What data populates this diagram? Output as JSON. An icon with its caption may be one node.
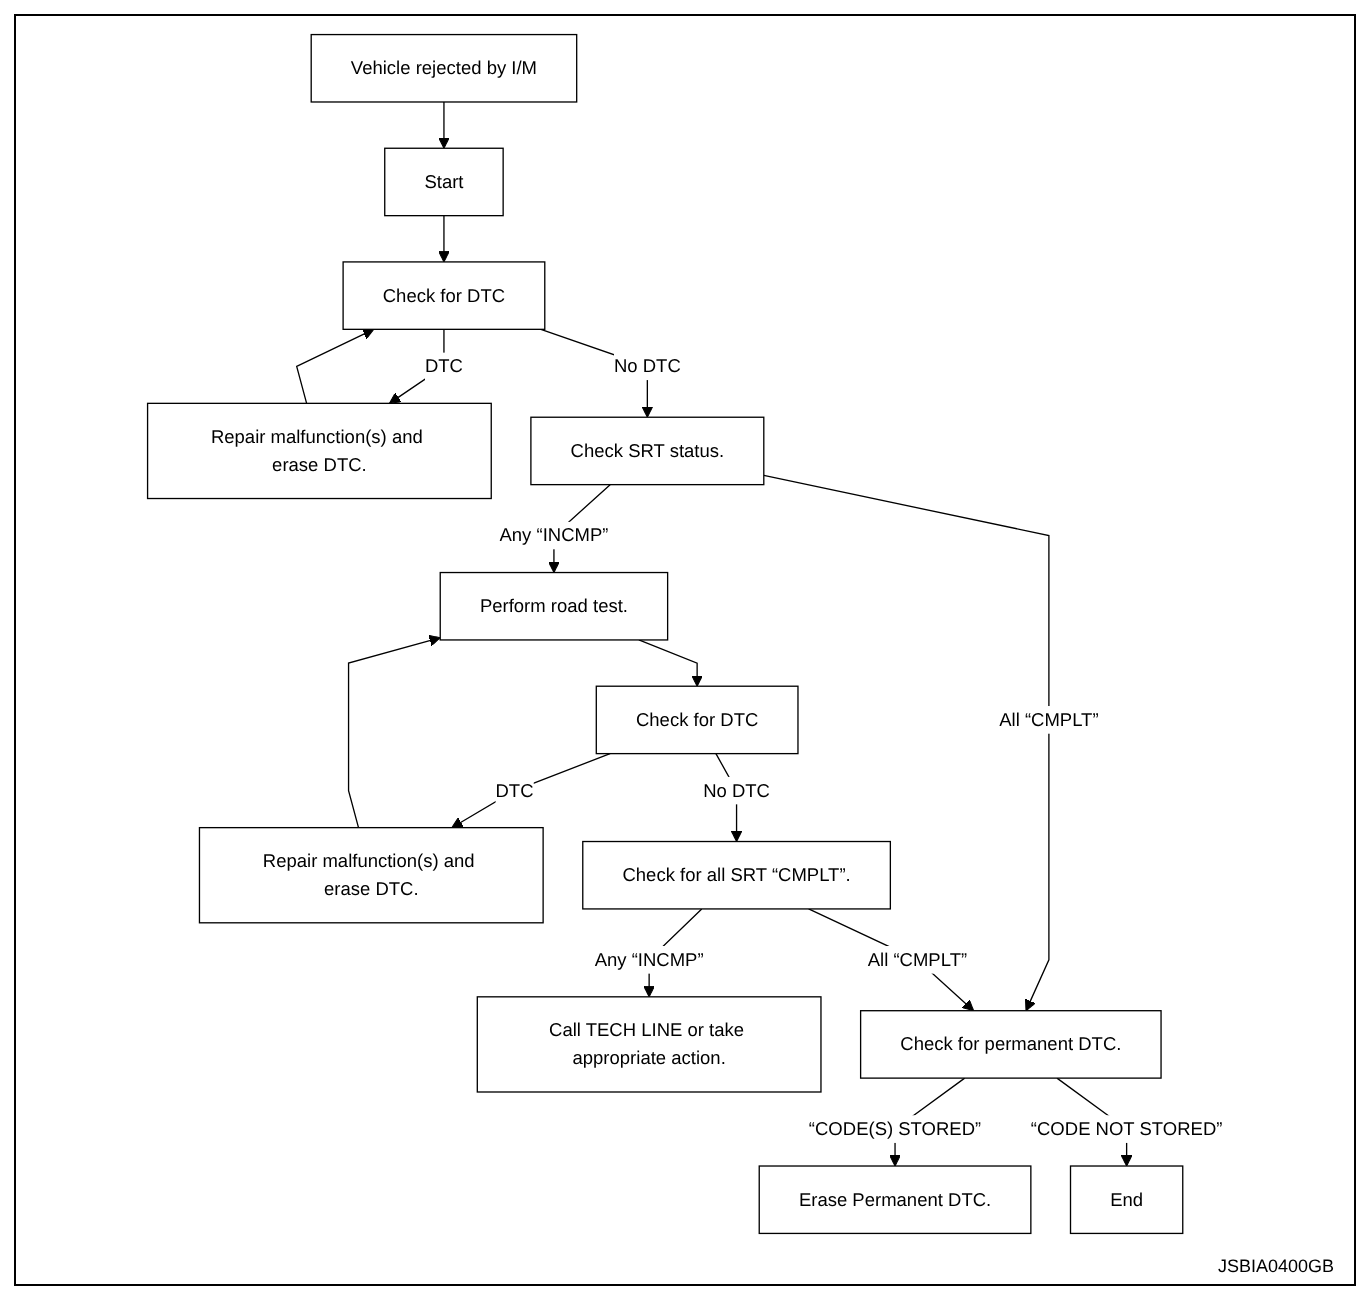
{
  "diagram": {
    "nodes": [
      {
        "text": [
          "Vehicle rejected by I/M"
        ]
      },
      {
        "text": [
          "Start"
        ]
      },
      {
        "text": [
          "Check for DTC"
        ]
      },
      {
        "text": [
          "Repair malfunction(s) and erase DTC."
        ]
      },
      {
        "text": [
          "Check SRT status."
        ]
      },
      {
        "text": [
          "Perform road test."
        ]
      },
      {
        "text": [
          "Check for DTC"
        ]
      },
      {
        "text": [
          "Repair malfunction(s) and erase DTC."
        ]
      },
      {
        "text": [
          "Check for all SRT “CMPLT”."
        ]
      },
      {
        "text": [
          "Call TECH LINE or take appropriate action."
        ]
      },
      {
        "text": [
          "Check for permanent DTC."
        ]
      },
      {
        "text": [
          "Erase Permanent DTC."
        ]
      },
      {
        "text": [
          "End"
        ]
      }
    ],
    "edges": [
      {
        "from": 0,
        "to": 1,
        "arrow": "to"
      },
      {
        "from": 1,
        "to": 2,
        "arrow": "to"
      },
      {
        "from": 2,
        "to": 3,
        "arrow": "to",
        "label": "DTC"
      },
      {
        "from": 3,
        "to": 2,
        "arrow": "to"
      },
      {
        "from": 2,
        "to": 4,
        "arrow": "to",
        "label": "No DTC"
      },
      {
        "from": 4,
        "to": 10,
        "arrow": "to",
        "label": "All “CMPLT”"
      },
      {
        "from": 4,
        "to": 5,
        "arrow": "to",
        "label": "Any “INCMP”"
      },
      {
        "from": 5,
        "to": 6,
        "arrow": "to"
      },
      {
        "from": 6,
        "to": 7,
        "arrow": "to",
        "label": "DTC"
      },
      {
        "from": 7,
        "to": 5,
        "arrow": "to"
      },
      {
        "from": 6,
        "to": 8,
        "arrow": "to",
        "label": "No DTC"
      },
      {
        "from": 8,
        "to": 9,
        "arrow": "to",
        "label": "Any “INCMP”"
      },
      {
        "from": 8,
        "to": 10,
        "arrow": "to",
        "label": "All “CMPLT”"
      },
      {
        "from": 10,
        "to": 11,
        "arrow": "to",
        "label": "“CODE(S) STORED”"
      },
      {
        "from": 10,
        "to": 12,
        "arrow": "to",
        "label": "“CODE NOT STORED”"
      }
    ],
    "labels": [
      "JSBIA0400GB"
    ]
  }
}
